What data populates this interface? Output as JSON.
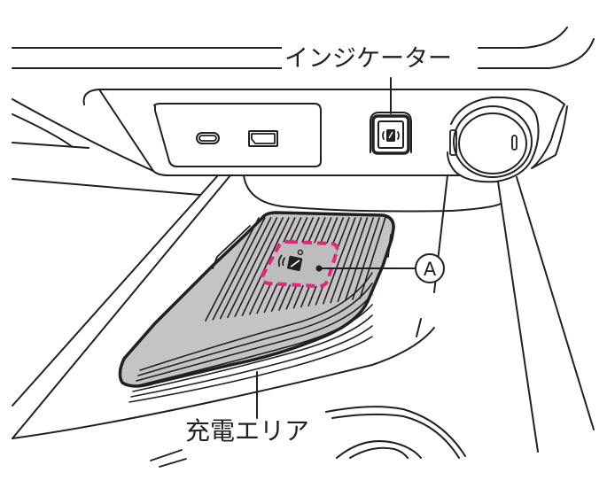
{
  "labels": {
    "indicator": "インジケーター",
    "charging_area": "充電エリア",
    "callout_a": "A"
  },
  "colors": {
    "line": "#231f20",
    "mat_fill": "#c4c4c4",
    "charge_zone_dash": "#e0287a",
    "background": "#ffffff"
  },
  "icons": {
    "indicator_lamp": "wireless-charging-phone-icon",
    "charge_spot": "wireless-charging-phone-icon",
    "usb_c": "usb-c-port-icon",
    "usb_a": "usb-a-port-icon"
  }
}
